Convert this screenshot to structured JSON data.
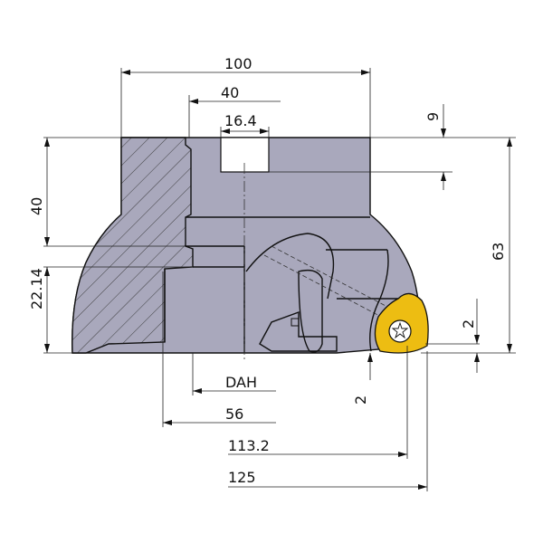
{
  "title": "Face mill cutter dimension drawing",
  "colors": {
    "body": "#a9a8bc",
    "insert": "#edbd12",
    "outline": "#111111"
  },
  "dimensions": {
    "overall_diameter": "100",
    "bore_diameter": "40",
    "keyway_width": "16.4",
    "keyway_depth": "9",
    "height_total": "63",
    "height_upper": "40",
    "height_lower": "22.14",
    "insert_offset_right": "2",
    "insert_offset_bottom": "2",
    "dah": "DAH",
    "dia_56": "56",
    "dia_113": "113.2",
    "dia_125": "125"
  }
}
